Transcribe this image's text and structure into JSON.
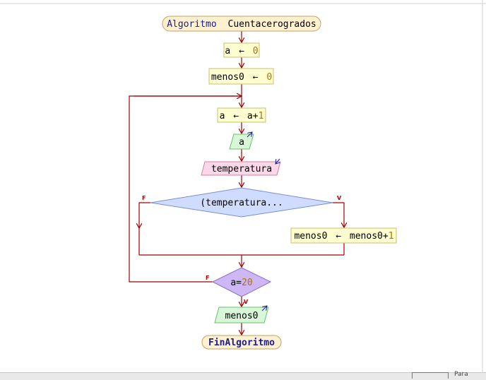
{
  "flowchart": {
    "start_keyword": "Algoritmo",
    "algorithm_name": "Cuentacerogrados",
    "assign_a_init": {
      "var": "a",
      "arrow": "←",
      "value": "0"
    },
    "assign_menos0_init": {
      "var": "menos0",
      "arrow": "←",
      "value": "0"
    },
    "assign_a_incr": {
      "var": "a",
      "arrow": "←",
      "expr_var": "a+",
      "expr_num": "1"
    },
    "output_a": "a",
    "input_temp": "temperatura",
    "decision_cond": "(temperatura...",
    "false_label": "F",
    "true_label": "V",
    "assign_menos0_incr": {
      "var": "menos0",
      "arrow": "←",
      "expr_var": "menos0+",
      "expr_num": "1"
    },
    "loop_cond_var": "a=",
    "loop_cond_num": "20",
    "loop_false_label": "F",
    "loop_true_label": "V",
    "output_menos0": "menos0",
    "end_keyword": "FinAlgoritmo"
  },
  "colors": {
    "terminal_fill": "#fdf1cf",
    "terminal_stroke": "#c8a060",
    "process_fill": "#fdfdd0",
    "process_stroke": "#c8c070",
    "output_fill": "#d8f7d8",
    "output_stroke": "#6cbf6c",
    "input_fill": "#fbd7e8",
    "input_stroke": "#d080a8",
    "decision_fill": "#cfdcff",
    "decision_stroke": "#7a8fd0",
    "loop_fill": "#cdb8f5",
    "loop_stroke": "#8a6cc8",
    "edge": "#a00000"
  },
  "status_bar": {
    "hint": "Para"
  }
}
